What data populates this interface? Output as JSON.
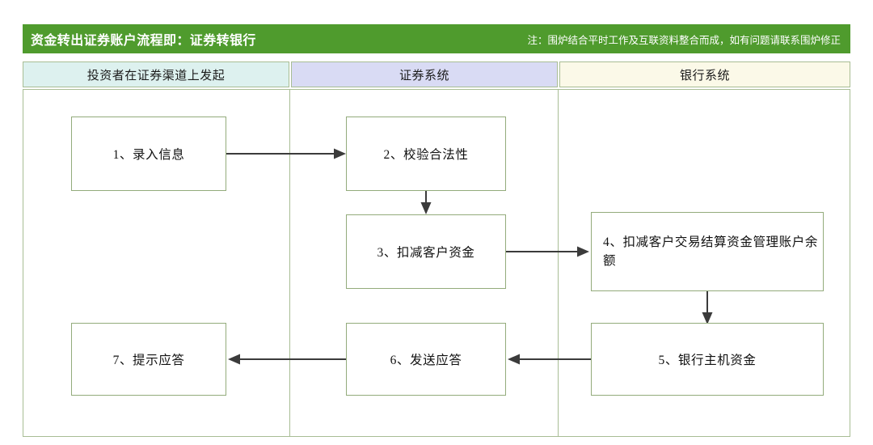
{
  "header": {
    "title": "资金转出证券账户流程即：证券转银行",
    "note": "注：围炉结合平时工作及互联资料整合而成，如有问题请联系围炉修正",
    "bar_color": "#4f9b2d",
    "title_color": "#ffffff"
  },
  "lanes": [
    {
      "label": "投资者在证券渠道上发起",
      "color": "#ddf1ef"
    },
    {
      "label": "证券系统",
      "color": "#d9dbf4"
    },
    {
      "label": "银行系统",
      "color": "#fbf9e8"
    }
  ],
  "nodes": [
    {
      "id": "1",
      "label": "1、录入信息",
      "lane": 0
    },
    {
      "id": "2",
      "label": "2、校验合法性",
      "lane": 1
    },
    {
      "id": "3",
      "label": "3、扣减客户资金",
      "lane": 1
    },
    {
      "id": "4",
      "label": "4、扣减客户交易结算资金管理账户余额",
      "lane": 2
    },
    {
      "id": "5",
      "label": "5、银行主机资金",
      "lane": 2
    },
    {
      "id": "6",
      "label": "6、发送应答",
      "lane": 1
    },
    {
      "id": "7",
      "label": "7、提示应答",
      "lane": 0
    }
  ],
  "edges": [
    {
      "from": "1",
      "to": "2",
      "direction": "right"
    },
    {
      "from": "2",
      "to": "3",
      "direction": "down"
    },
    {
      "from": "3",
      "to": "4",
      "direction": "right"
    },
    {
      "from": "4",
      "to": "5",
      "direction": "down"
    },
    {
      "from": "5",
      "to": "6",
      "direction": "left"
    },
    {
      "from": "6",
      "to": "7",
      "direction": "left"
    }
  ],
  "style": {
    "node_border": "#93ab7b",
    "frame_border": "#a8bd94",
    "arrow_color": "#3b3b3b",
    "node_fill": "#ffffff"
  }
}
